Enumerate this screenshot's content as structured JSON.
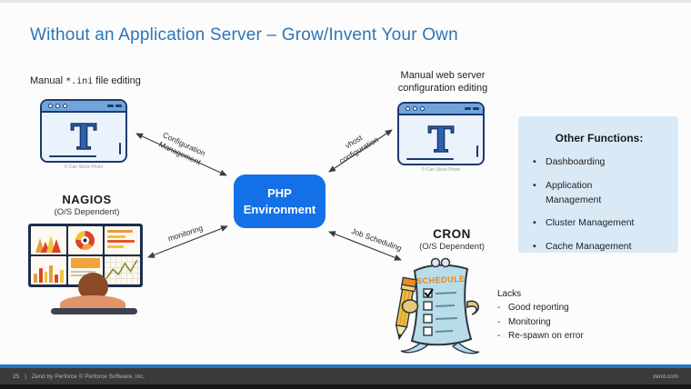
{
  "slide": {
    "title": "Without an Application Server – Grow/Invent Your Own"
  },
  "nodes": {
    "ini_editing": {
      "label_prefix": "Manual ",
      "label_code": "*.ini",
      "label_suffix": " file editing",
      "glyph": "T",
      "caption": "© Can Stock Photo"
    },
    "web_server": {
      "label_line1": "Manual web server",
      "label_line2": "configuration editing",
      "glyph": "T",
      "caption": "© Can Stock Photo"
    },
    "php": {
      "line1": "PHP",
      "line2": "Environment"
    },
    "nagios": {
      "title": "NAGIOS",
      "subtitle": "(O/S Dependent)"
    },
    "cron": {
      "title": "CRON",
      "subtitle": "(O/S Dependent)",
      "schedule_label": "SCHEDULE"
    }
  },
  "arrows": {
    "config_mgmt": {
      "line1": "Configuration",
      "line2": "Management"
    },
    "vhost": {
      "line1": "vhost",
      "line2": "configuration"
    },
    "monitoring": "monitoring",
    "job_scheduling": "Job Scheduling"
  },
  "other_functions": {
    "title": "Other Functions:",
    "bullet": "•",
    "items": [
      "Dashboarding",
      "Application Management",
      "Cluster Management",
      "Cache Management"
    ]
  },
  "lacks": {
    "title": "Lacks",
    "bullet": "-",
    "items": [
      "Good reporting",
      "Monitoring",
      "Re-spawn on error"
    ]
  },
  "footer": {
    "page": "25",
    "separator": "|",
    "company": "Zend by Perforce © Perforce Software, Inc.",
    "site": "zend.com"
  },
  "colors": {
    "title_blue": "#2e75b6",
    "php_box_blue": "#1470e6",
    "panel_light_blue": "#d9e9f6",
    "footer_blue": "#2277c8",
    "footer_gray": "#3a3a3a",
    "browser_navy": "#1d3a6e",
    "browser_titlebar": "#72a4dc"
  }
}
